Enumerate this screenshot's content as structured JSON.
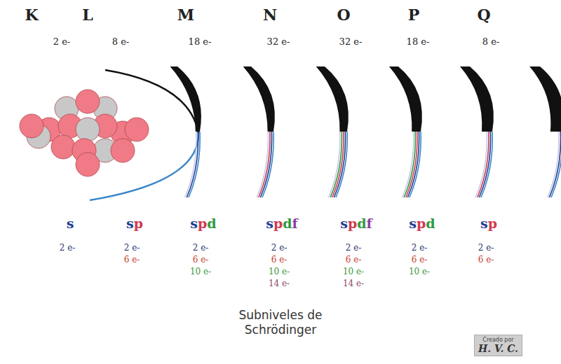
{
  "diagram": {
    "caption": "Subniveles de Schrödinger",
    "nodes": [
      {
        "text": [
          "Creado por",
          "H. V. C."
        ]
      }
    ],
    "labels": [
      "K",
      "L",
      "M",
      "N",
      "O",
      "P",
      "Q",
      "2 e-",
      "8 e-",
      "18 e-",
      "32 e-",
      "32 e-",
      "18 e-",
      "8 e-",
      "s",
      "s",
      "p",
      "s",
      "p",
      "d",
      "s",
      "p",
      "d",
      "f",
      "s",
      "p",
      "d",
      "f",
      "s",
      "p",
      "d",
      "s",
      "p",
      "2 e-",
      "2 e-",
      "6 e-",
      "2 e-",
      "6 e-",
      "10 e-",
      "2 e-",
      "6 e-",
      "10 e-",
      "14 e-",
      "2 e-",
      "6 e-",
      "10 e-",
      "14 e-",
      "2 e-",
      "6 e-",
      "10 e-",
      "2 e-",
      "6 e-"
    ]
  }
}
